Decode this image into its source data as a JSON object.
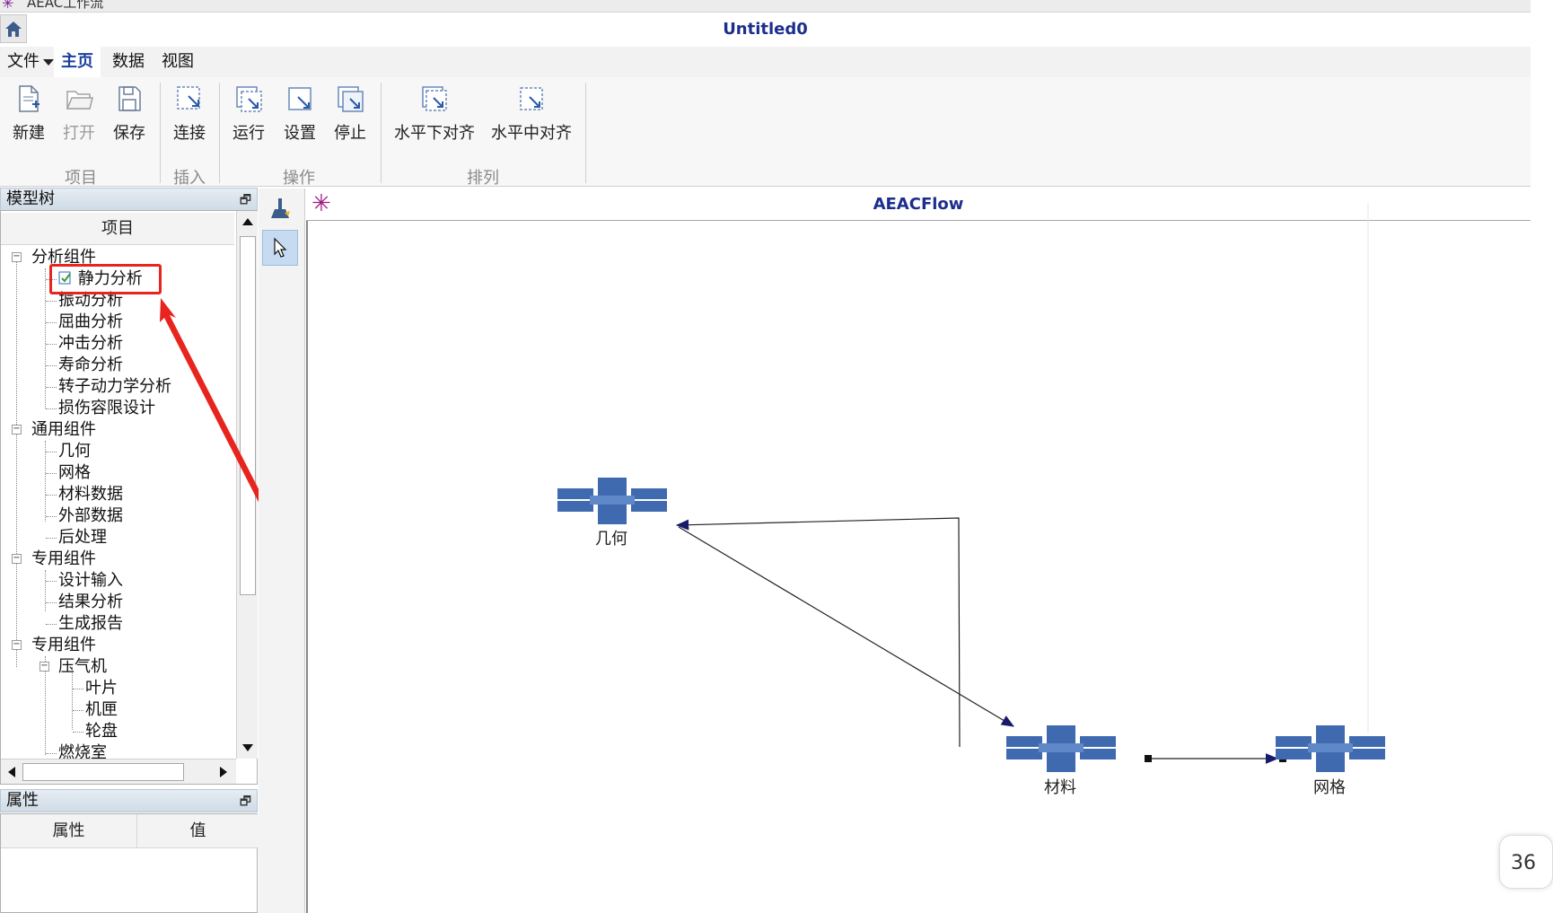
{
  "app": {
    "title": "AEAC工作流",
    "document_title": "Untitled0"
  },
  "menu": {
    "file": "文件",
    "home": "主页",
    "data": "数据",
    "view": "视图"
  },
  "ribbon": {
    "project": {
      "label": "项目",
      "new": "新建",
      "open": "打开",
      "save": "保存"
    },
    "insert": {
      "label": "插入",
      "connect": "连接"
    },
    "operate": {
      "label": "操作",
      "run": "运行",
      "settings": "设置",
      "stop": "停止"
    },
    "arrange": {
      "label": "排列",
      "align_bottom": "水平下对齐",
      "align_center": "水平中对齐"
    }
  },
  "model_tree": {
    "title": "模型树",
    "column": "项目",
    "groups": [
      {
        "label": "分析组件",
        "items": [
          "静力分析",
          "振动分析",
          "屈曲分析",
          "冲击分析",
          "寿命分析",
          "转子动力学分析",
          "损伤容限设计"
        ]
      },
      {
        "label": "通用组件",
        "items": [
          "几何",
          "网格",
          "材料数据",
          "外部数据",
          "后处理"
        ]
      },
      {
        "label": "专用组件",
        "items": [
          "设计输入",
          "结果分析",
          "生成报告"
        ]
      },
      {
        "label": "专用组件",
        "subgroup": {
          "label": "压气机",
          "items": [
            "叶片",
            "机匣",
            "轮盘"
          ]
        },
        "after": "燃烧室"
      }
    ]
  },
  "properties": {
    "title": "属性",
    "col_property": "属性",
    "col_value": "值"
  },
  "canvas": {
    "title": "AEACFlow",
    "nodes": {
      "geometry": "几何",
      "material": "材料",
      "mesh": "网格"
    }
  },
  "corner_badge": "36",
  "colors": {
    "accent_title": "#1c2e8c",
    "node_blue": "#3f6ab0",
    "highlight_red": "#e8241e"
  }
}
